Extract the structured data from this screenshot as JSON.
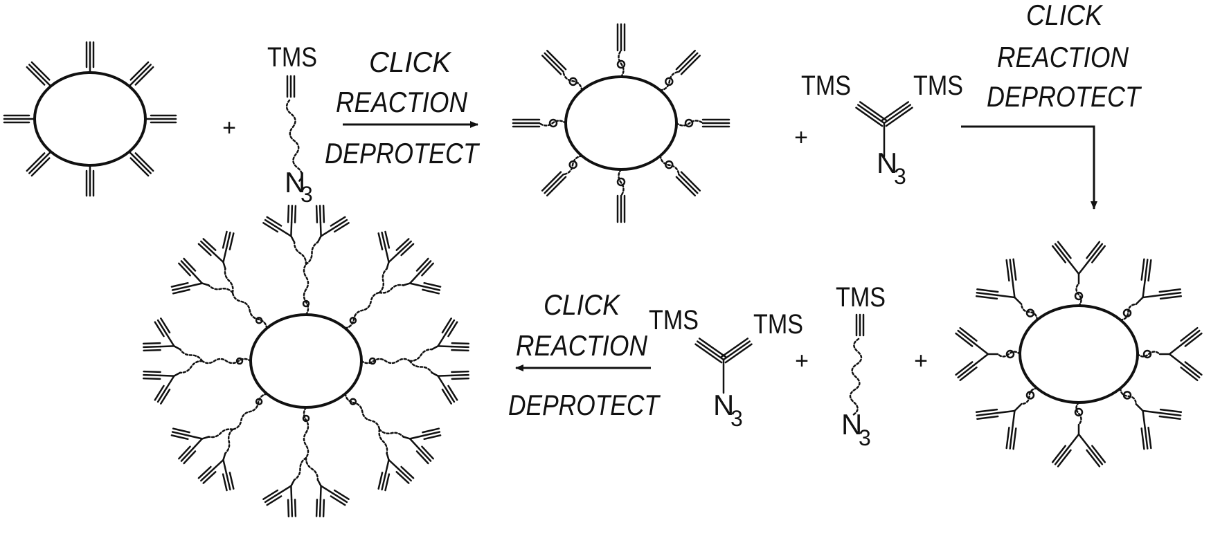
{
  "reaction": {
    "step1": {
      "line1": "CLICK",
      "line2": "REACTION",
      "line3": "DEPROTECT"
    },
    "step2": {
      "line1": "CLICK",
      "line2": "REACTION",
      "line3": "DEPROTECT"
    },
    "step3": {
      "line1": "CLICK",
      "line2": "REACTION",
      "line3": "DEPROTECT"
    }
  },
  "labels": {
    "tms": "TMS",
    "azide": "N",
    "azide_sub": "3",
    "plus": "+"
  },
  "colors": {
    "ink": "#111111",
    "background": "#ffffff"
  }
}
